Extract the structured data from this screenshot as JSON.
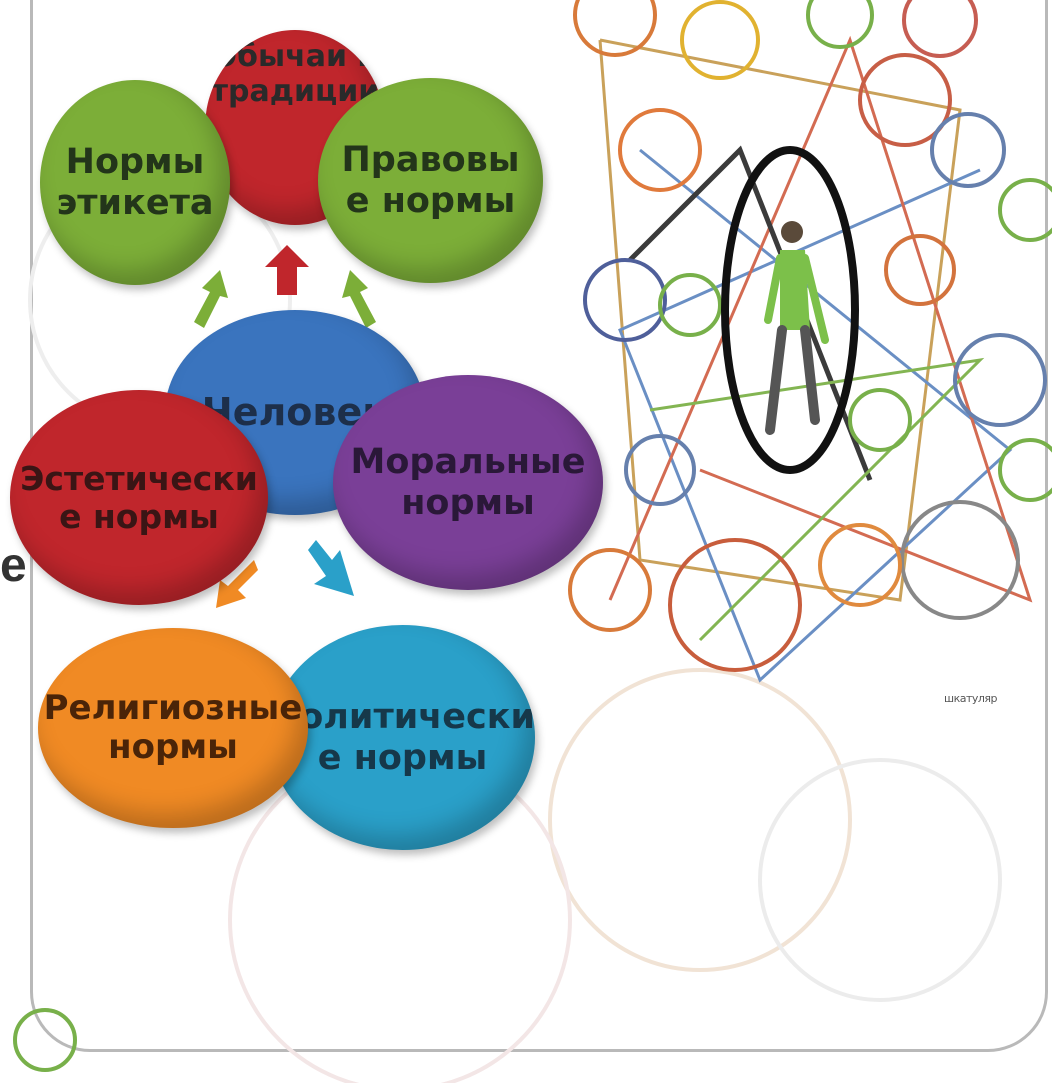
{
  "diagram": {
    "center": "Человек",
    "nodes": [
      {
        "id": "customs",
        "label": "Обычаи и\nтрадиции",
        "color": "#c0262c"
      },
      {
        "id": "etiquette",
        "label": "Нормы\nэтикета",
        "color": "#7cae38"
      },
      {
        "id": "law",
        "label": "Правовы\nе нормы",
        "color": "#7cae38"
      },
      {
        "id": "aesthetic",
        "label": "Эстетически\nе нормы",
        "color": "#c0262c"
      },
      {
        "id": "moral",
        "label": "Моральные\nнормы",
        "color": "#7a3f97"
      },
      {
        "id": "political",
        "label": "Политически\nе нормы",
        "color": "#2aa0c9"
      },
      {
        "id": "religious",
        "label": "Религиозные\nнормы",
        "color": "#f08a24"
      }
    ],
    "center_color": "#3a74be"
  },
  "edge_glyph": "е",
  "credit_text": "шкатуляр"
}
